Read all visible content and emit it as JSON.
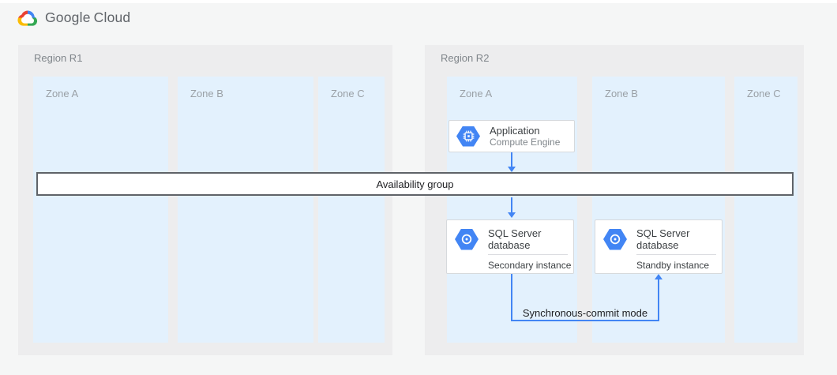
{
  "brand": {
    "google": "Google",
    "cloud": "Cloud",
    "logo_icon": "google-cloud-logo-icon"
  },
  "colors": {
    "page_bg": "#f5f6f6",
    "region_bg": "#ededee",
    "zone_bg": "#e3f1fd",
    "connector_blue": "#4285f4",
    "product_icon_blue": "#4285f4",
    "band_border": "#5f6368",
    "card_border": "#d6d9dc",
    "region_label": "#80868b",
    "zone_label": "#9aa0a6",
    "text_dark": "#3c4043",
    "logo_red": "#ea4335",
    "logo_blue": "#4285f4",
    "logo_yellow": "#fbbc04",
    "logo_green": "#34a853"
  },
  "regions": [
    {
      "label": "Region R1",
      "zones": [
        {
          "label": "Zone A"
        },
        {
          "label": "Zone B"
        },
        {
          "label": "Zone C"
        }
      ]
    },
    {
      "label": "Region R2",
      "zones": [
        {
          "label": "Zone A"
        },
        {
          "label": "Zone B"
        },
        {
          "label": "Zone C"
        }
      ]
    }
  ],
  "availability_band": {
    "label": "Availability group"
  },
  "cards": {
    "application": {
      "title": "Application",
      "subtitle": "Compute Engine",
      "icon": "compute-engine-icon"
    },
    "sql_secondary": {
      "title": "SQL Server database",
      "instance": "Secondary instance",
      "icon": "cloud-sql-icon"
    },
    "sql_standby": {
      "title": "SQL Server database",
      "instance": "Standby instance",
      "icon": "cloud-sql-icon"
    }
  },
  "connections": {
    "sync_label": "Synchronous-commit mode"
  }
}
